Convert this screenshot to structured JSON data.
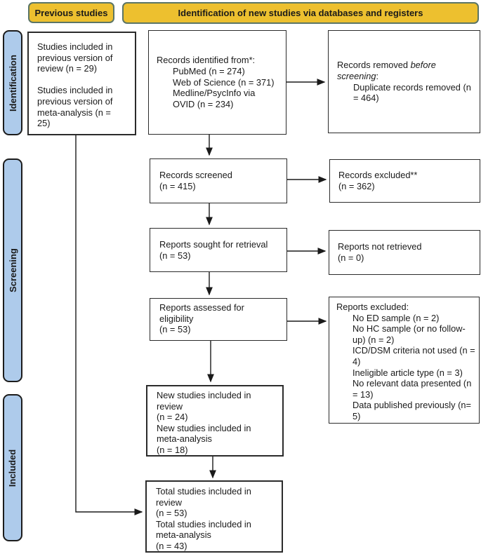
{
  "headers": {
    "previous_studies": "Previous studies",
    "identification_new": "Identification of new studies via databases and registers"
  },
  "sidebar": {
    "identification": "Identification",
    "screening": "Screening",
    "included": "Included"
  },
  "boxes": {
    "previous_included": "Studies included in\nprevious version of\nreview (n = 29)\n\nStudies included in\nprevious version of\nmeta-analysis (n =\n25)",
    "records_identified": {
      "heading": "Records identified from*:",
      "items": [
        "PubMed (n = 274)",
        "Web of Science (n = 371)",
        "Medline/PsycInfo via\nOVID (n = 234)"
      ]
    },
    "records_removed": {
      "prefix": "Records removed ",
      "italic": "before screening",
      "suffix": ":",
      "items": [
        "Duplicate records removed (n = 464)"
      ]
    },
    "records_screened": "Records screened\n(n = 415)",
    "records_excluded": "Records excluded**\n(n = 362)",
    "reports_sought": "Reports sought for retrieval\n(n = 53)",
    "reports_not_retrieved": "Reports not retrieved\n(n = 0)",
    "reports_assessed": "Reports assessed for\neligibility\n(n = 53)",
    "reports_excluded": {
      "heading": "Reports excluded:",
      "items": [
        "No ED sample (n = 2)",
        "No HC sample (or no follow-up) (n = 2)",
        "ICD/DSM criteria not used (n = 4)",
        "Ineligible article type (n = 3)",
        "No relevant data presented (n = 13)",
        "Data published previously (n= 5)"
      ]
    },
    "new_studies": "New studies included in\nreview\n(n = 24)\nNew studies included in\nmeta-analysis\n(n = 18)",
    "total_studies": "Total studies included in\nreview\n(n = 53)\nTotal studies included in\nmeta-analysis\n(n = 43)"
  },
  "colors": {
    "header_fill": "#EDC02F",
    "header_border": "#5B7566",
    "sidebar_fill": "#AECBEB",
    "sidebar_border": "#1C1C1C",
    "box_border": "#2B2B2B",
    "arrow": "#1A1A1A"
  }
}
